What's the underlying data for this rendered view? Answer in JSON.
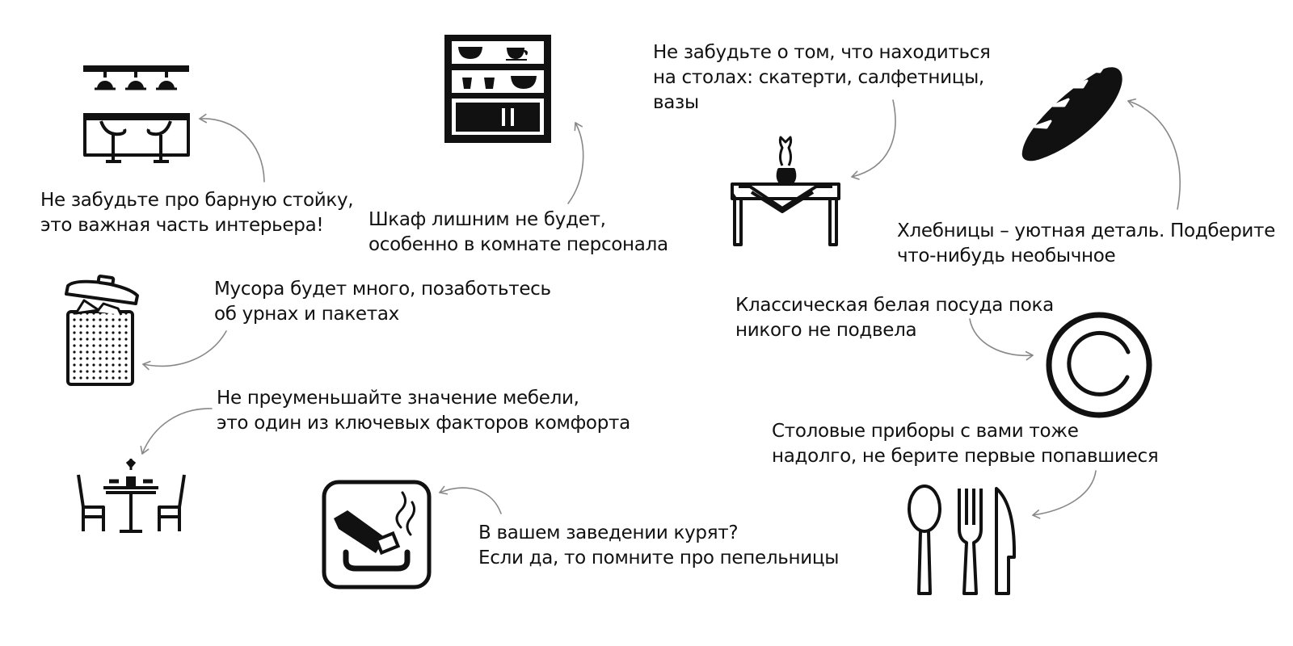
{
  "colors": {
    "ink": "#111111",
    "arrow": "#888888",
    "background": "#ffffff"
  },
  "tips": [
    {
      "id": "bar-counter",
      "icon": "bar-counter-icon",
      "lines": [
        "Не забудьте про барную стойку,",
        "это важная часть интерьера!"
      ]
    },
    {
      "id": "shelf",
      "icon": "cupboard-icon",
      "lines": [
        "Шкаф лишним не будет,",
        "особенно в комнате персонала"
      ]
    },
    {
      "id": "table-setting",
      "icon": "table-vase-icon",
      "lines": [
        "Не забудьте о том, что находиться",
        "на столах: скатерти, салфетницы,",
        "вазы"
      ]
    },
    {
      "id": "bread",
      "icon": "bread-icon",
      "lines": [
        "Хлебницы – уютная деталь. Подберите",
        "что-нибудь необычное"
      ]
    },
    {
      "id": "trash",
      "icon": "trash-bin-icon",
      "lines": [
        "Мусора будет много, позаботьтесь",
        "об урнах и пакетах"
      ]
    },
    {
      "id": "plates",
      "icon": "plate-icon",
      "lines": [
        "Классическая белая посуда пока",
        "никого не подвела"
      ]
    },
    {
      "id": "furniture",
      "icon": "dining-furniture-icon",
      "lines": [
        "Не преуменьшайте значение мебели,",
        "это один из ключевых факторов комфорта"
      ]
    },
    {
      "id": "cutlery",
      "icon": "cutlery-icon",
      "lines": [
        "Столовые приборы с вами тоже",
        "надолго, не берите первые попавшиеся"
      ]
    },
    {
      "id": "ashtray",
      "icon": "ashtray-icon",
      "lines": [
        "В вашем заведении курят?",
        "Если да, то помните про пепельницы"
      ]
    }
  ]
}
